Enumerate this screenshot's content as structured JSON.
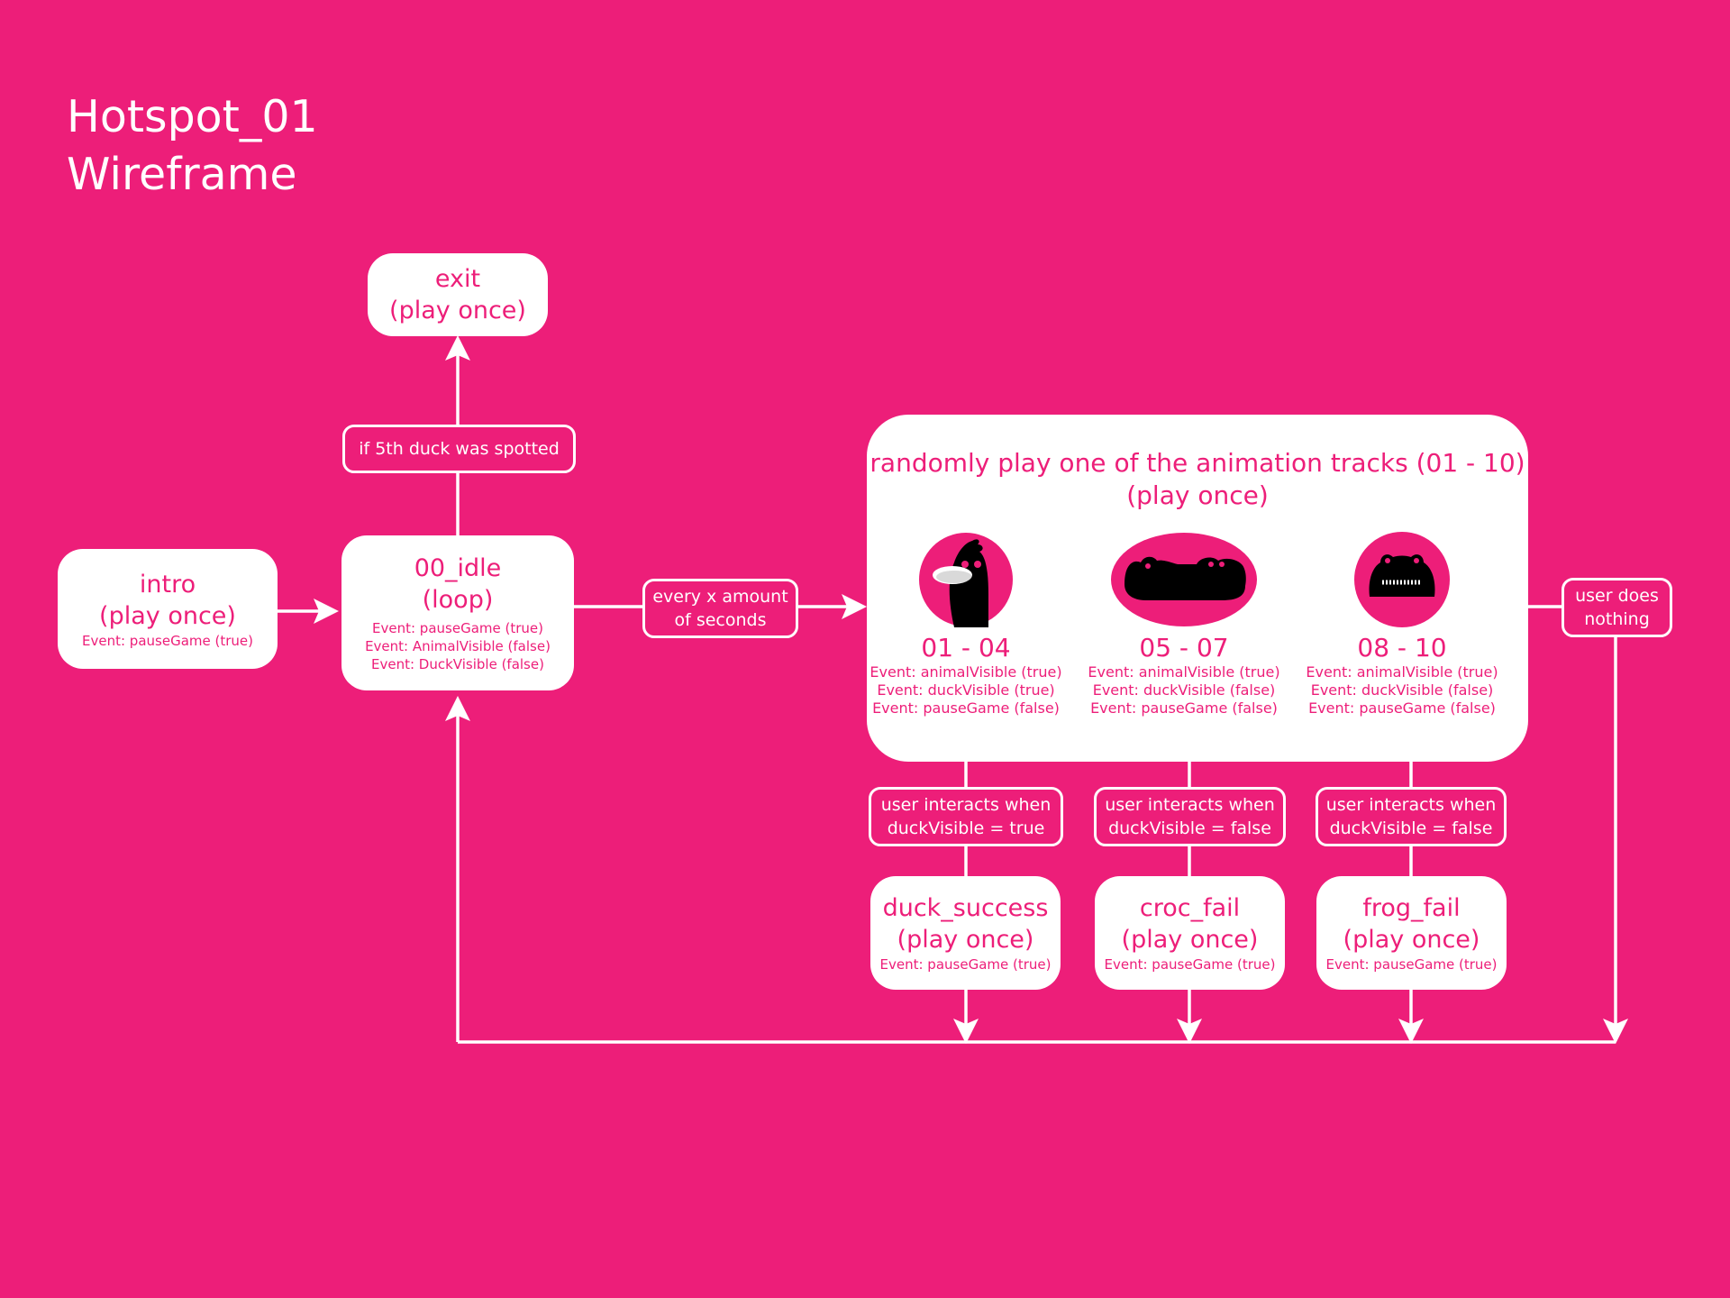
{
  "title": {
    "line1": "Hotspot_01",
    "line2": "Wireframe"
  },
  "nodes": {
    "exit": {
      "name": "exit",
      "mode": "(play once)"
    },
    "intro": {
      "name": "intro",
      "mode": "(play once)",
      "events": [
        "Event: pauseGame (true)"
      ]
    },
    "idle": {
      "name": "00_idle",
      "mode": "(loop)",
      "events": [
        "Event: pauseGame (true)",
        "Event: AnimalVisible (false)",
        "Event: DuckVisible (false)"
      ]
    },
    "duck_success": {
      "name": "duck_success",
      "mode": "(play once)",
      "events": [
        "Event: pauseGame (true)"
      ]
    },
    "croc_fail": {
      "name": "croc_fail",
      "mode": "(play once)",
      "events": [
        "Event: pauseGame (true)"
      ]
    },
    "frog_fail": {
      "name": "frog_fail",
      "mode": "(play once)",
      "events": [
        "Event: pauseGame (true)"
      ]
    }
  },
  "random_block": {
    "title": "randomly play one of the animation tracks (01 - 10)",
    "mode": "(play once)",
    "tracks": [
      {
        "icon": "duck-icon",
        "range": "01 - 04",
        "events": [
          "Event: animalVisible (true)",
          "Event: duckVisible (true)",
          "Event: pauseGame (false)"
        ]
      },
      {
        "icon": "crocodile-icon",
        "range": "05 - 07",
        "events": [
          "Event: animalVisible (true)",
          "Event: duckVisible (false)",
          "Event: pauseGame (false)"
        ]
      },
      {
        "icon": "frog-icon",
        "range": "08 - 10",
        "events": [
          "Event: animalVisible (true)",
          "Event: duckVisible (false)",
          "Event: pauseGame (false)"
        ]
      }
    ]
  },
  "edge_labels": {
    "fifth_duck": [
      "if 5th duck was spotted"
    ],
    "every_x": [
      "every x amount",
      "of seconds"
    ],
    "user_nothing": [
      "user does",
      "nothing"
    ],
    "duck_true": [
      "user interacts when",
      "duckVisible = true"
    ],
    "croc_false": [
      "user interacts when",
      "duckVisible = false"
    ],
    "frog_false": [
      "user interacts when",
      "duckVisible = false"
    ]
  },
  "colors": {
    "background": "#ED1E79",
    "foreground": "#FFFFFF",
    "icon": "#000000"
  }
}
